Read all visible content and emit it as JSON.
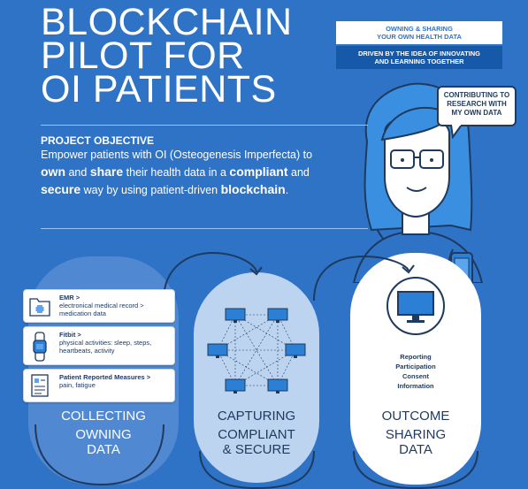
{
  "title": {
    "line1": "BLOCKCHAIN",
    "line2": "PILOT FOR",
    "line3": "OI PATIENTS"
  },
  "top_boxes": {
    "box1_line1": "OWNING & SHARING",
    "box1_line2": "YOUR OWN HEALTH DATA",
    "box2_line1": "DRIVEN BY THE IDEA OF INNOVATING",
    "box2_line2": "AND LEARNING TOGETHER"
  },
  "speech_bubble": {
    "line1": "CONTRIBUTING TO",
    "line2": "RESEARCH WITH",
    "line3": "MY OWN DATA"
  },
  "objective": {
    "heading": "PROJECT OBJECTIVE",
    "t1": "Empower patients with OI (Osteogenesis Imperfecta) to",
    "w_own": "own",
    "t2": " and ",
    "w_share": "share",
    "t3": " their health data in a ",
    "w_compliant": "compliant",
    "t4": " and",
    "w_secure": "secure",
    "t5": " way by using patient-driven ",
    "w_blockchain": "blockchain",
    "t6": "."
  },
  "cards": [
    {
      "title": "EMR >",
      "line1": "electronical medical record >",
      "line2": "medication data",
      "line3": "",
      "icon": "medical-folder-icon"
    },
    {
      "title": "Fitbit >",
      "line1": "physical activities: sleep, steps,",
      "line2": "heartbeats, activity",
      "line3": "",
      "icon": "fitbit-watch-icon"
    },
    {
      "title": "Patient Reported Measures >",
      "line1": "pain, fatigue",
      "line2": "",
      "line3": "",
      "icon": "document-checklist-icon"
    }
  ],
  "columns": {
    "collecting": {
      "line1": "COLLECTING",
      "line2": "OWNING",
      "line3": "DATA"
    },
    "capturing": {
      "line1": "CAPTURING",
      "line2": "COMPLIANT",
      "line3": "& SECURE"
    },
    "outcome": {
      "line1": "OUTCOME",
      "line2": "SHARING",
      "line3": "DATA"
    }
  },
  "outcome_list": {
    "l1": "Reporting",
    "l2": "Participation",
    "l3": "Consent",
    "l4": "Information"
  },
  "colors": {
    "background": "#2f73c7",
    "dark_navy": "#1e3a5f",
    "light_blue_pill": "#bcd4ef",
    "mid_blue_pill": "#5188d2",
    "hair_blue": "#3b8fe0"
  }
}
